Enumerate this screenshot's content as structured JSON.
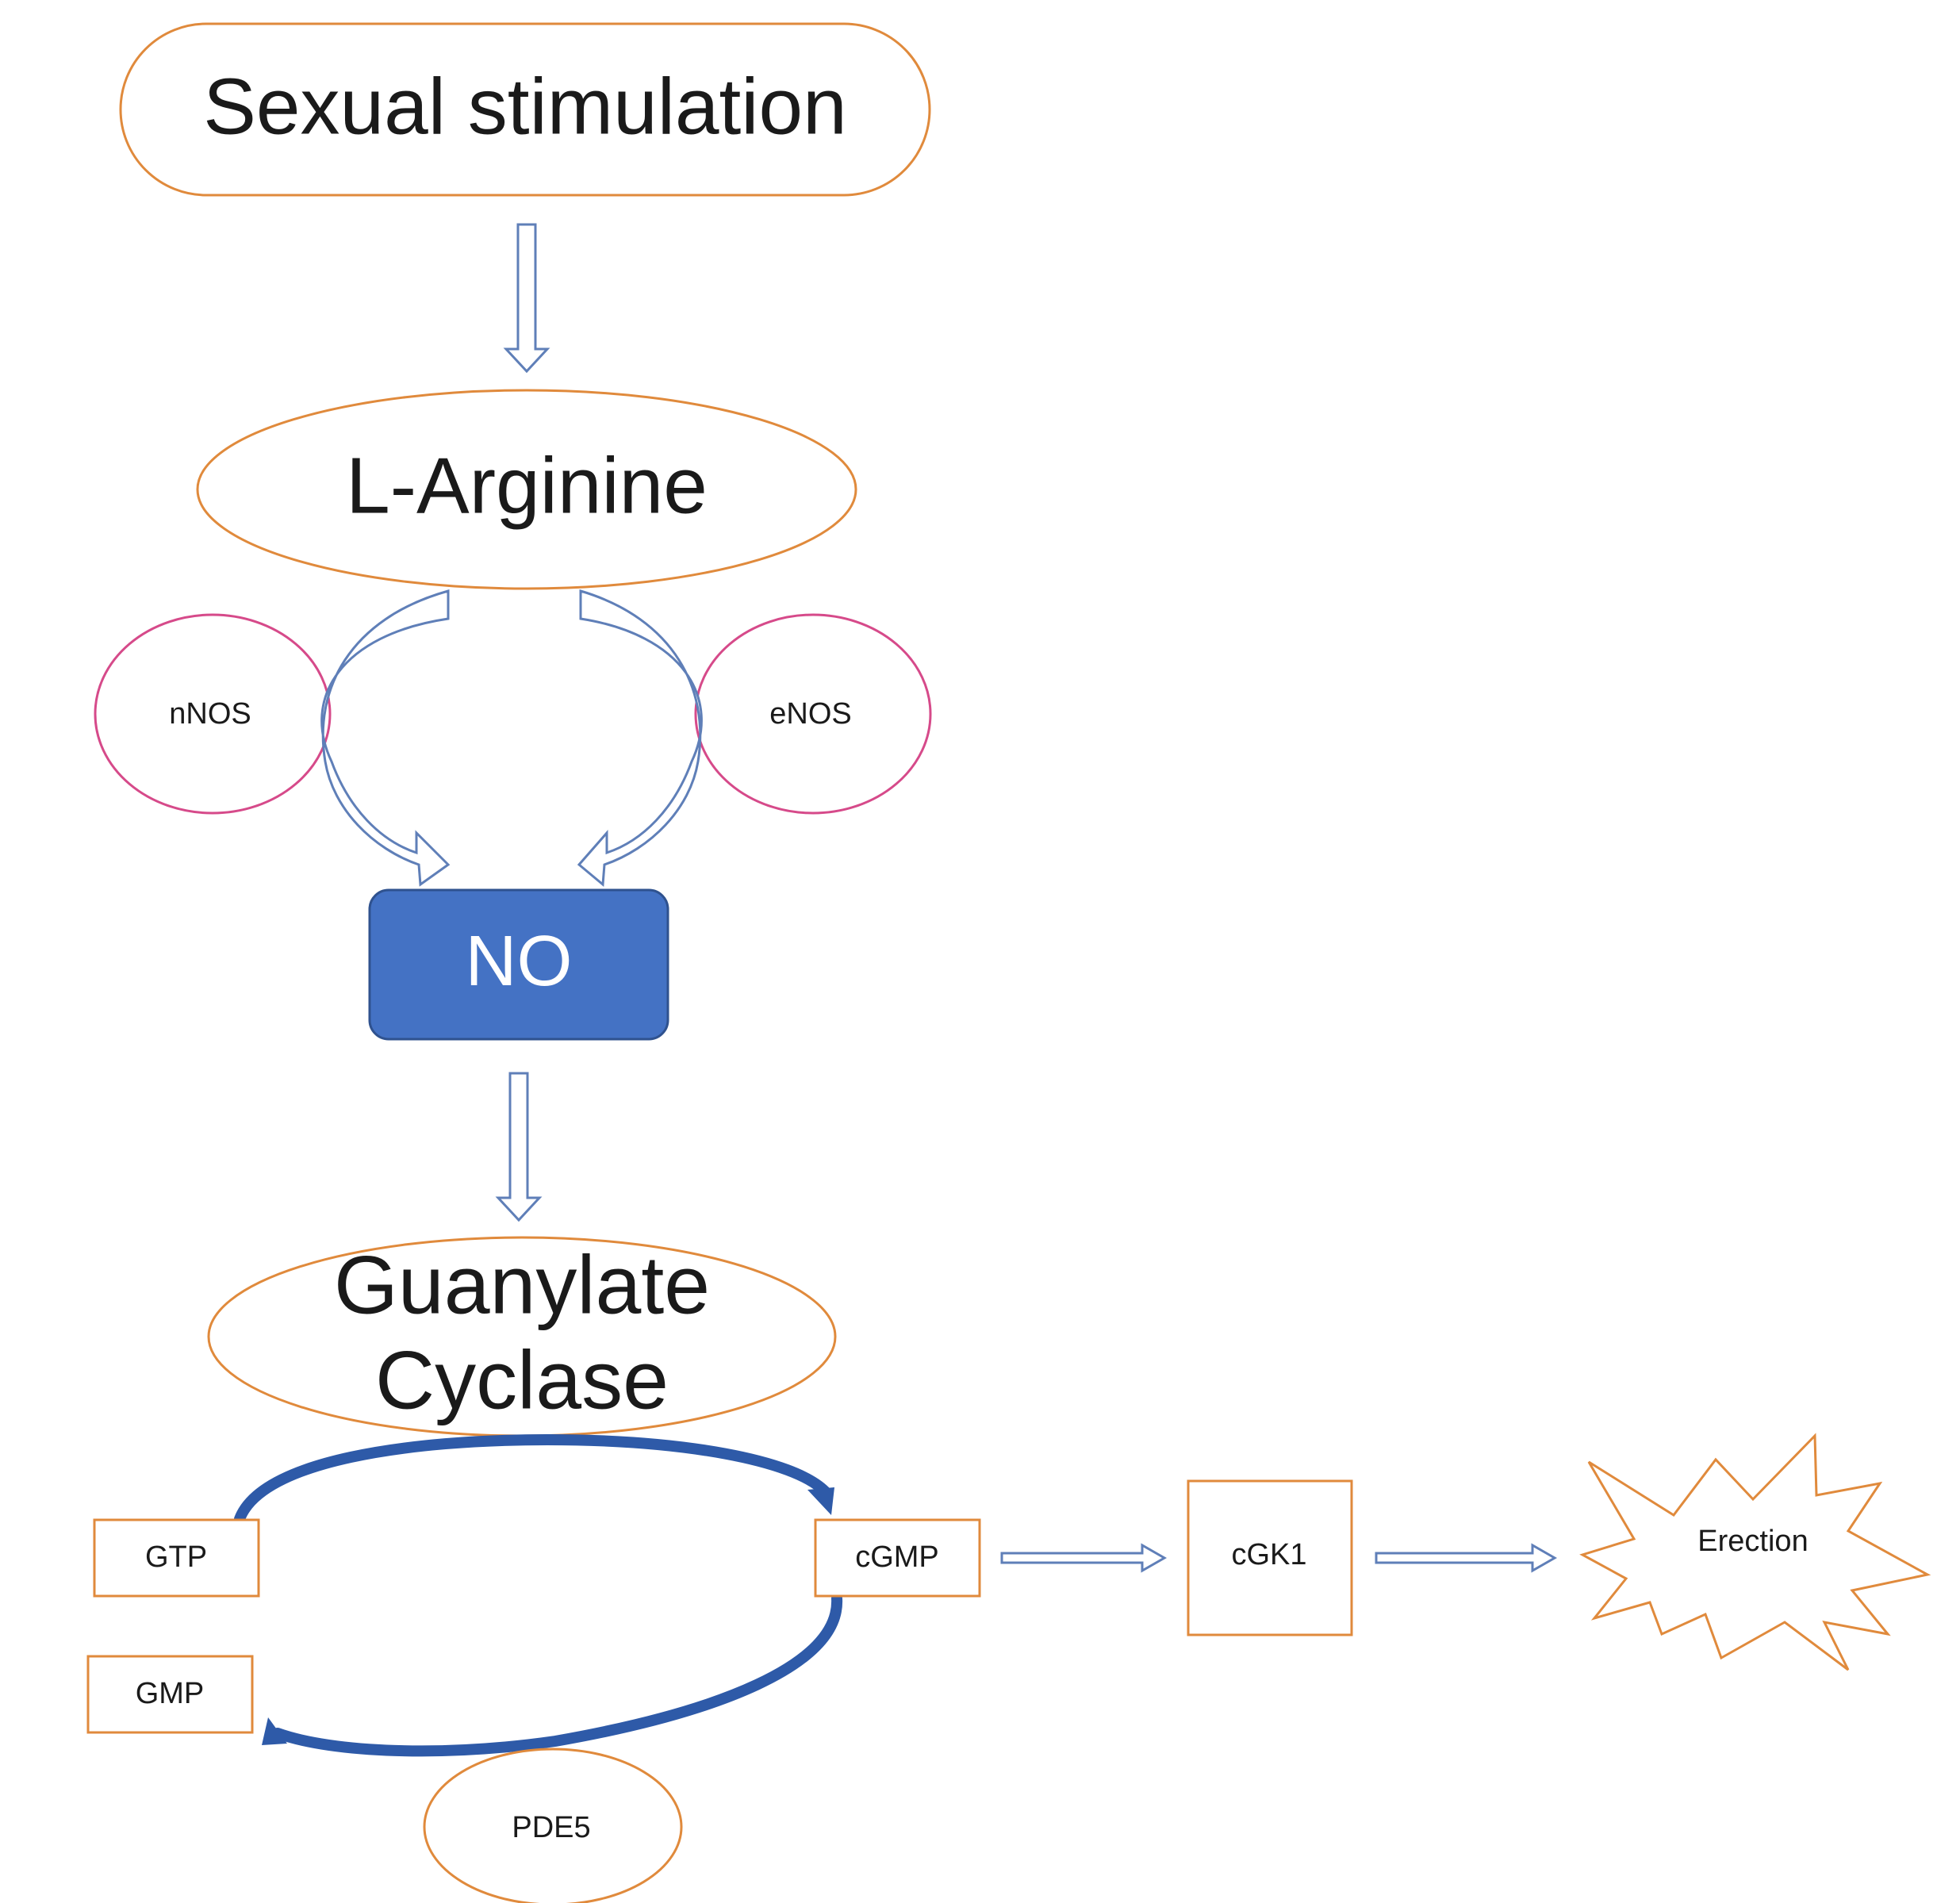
{
  "colors": {
    "orange_outline": "#e08a3c",
    "magenta_outline": "#d64a8a",
    "no_box_fill": "#4472c4",
    "no_box_stroke": "#2f528f",
    "curved_arrow": "#2e5aa8",
    "hollow_arrow": "#5f7fb8",
    "text": "#1a1a1a"
  },
  "nodes": {
    "sexual_stimulation": "Sexual stimulation",
    "l_arginine": "L-Arginine",
    "nnos": "nNOS",
    "enos": "eNOS",
    "no": "NO",
    "guanylate_cyclase_line1": "Guanylate",
    "guanylate_cyclase_line2": "Cyclase",
    "gtp": "GTP",
    "cgmp": "cGMP",
    "gmp": "GMP",
    "pde5": "PDE5",
    "cgk1": "cGK1",
    "erection": "Erection"
  },
  "icons": {
    "down_arrow": "hollow-down-arrow-icon",
    "right_arrow": "hollow-right-arrow-icon",
    "curved_arrow": "curved-arrow-icon",
    "starburst": "starburst-icon"
  }
}
